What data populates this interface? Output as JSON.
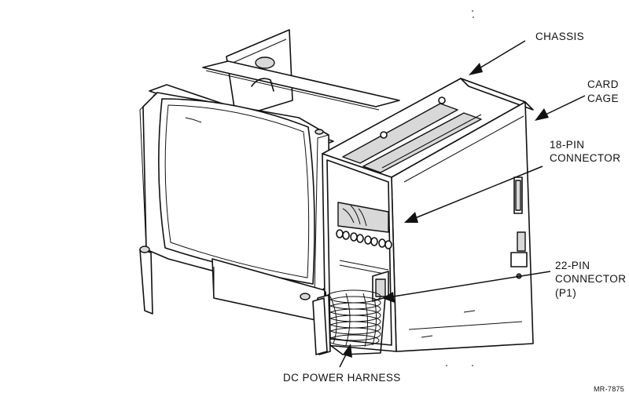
{
  "figure": {
    "labels": {
      "chassis": "CHASSIS",
      "card_cage_line1": "CARD",
      "card_cage_line2": "CAGE",
      "pin18_line1": "18-PIN",
      "pin18_line2": "CONNECTOR",
      "pin22_line1": "22-PIN",
      "pin22_line2": "CONNECTOR",
      "pin22_line3": "(P1)",
      "dc_power_harness": "DC POWER HARNESS"
    },
    "reference_number": "MR-7875"
  }
}
